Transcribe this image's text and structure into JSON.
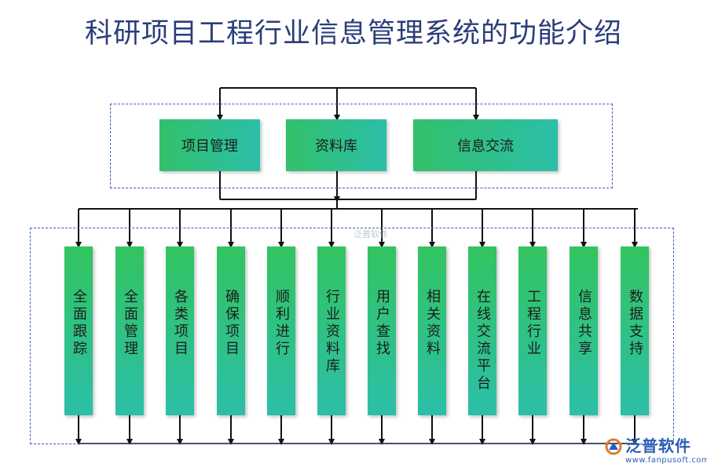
{
  "title": "科研项目工程行业信息管理系统的功能介绍",
  "top_modules": [
    "项目管理",
    "资料库",
    "信息交流"
  ],
  "functions": [
    "全面跟踪",
    "全面管理",
    "各类项目",
    "确保项目",
    "顺利进行",
    "行业资料库",
    "用户查找",
    "相关资料",
    "在线交流平台",
    "工程行业",
    "信息共享",
    "数据支持"
  ],
  "watermark": "泛普软件",
  "logo": {
    "name": "泛普软件",
    "url": "www.fanpusoft.com"
  },
  "colors": {
    "title": "#2b3d7a",
    "box_start": "#33c06a",
    "box_end": "#2bbfa8",
    "dash": "#3b63b5",
    "logo": "#2e5fb5"
  }
}
